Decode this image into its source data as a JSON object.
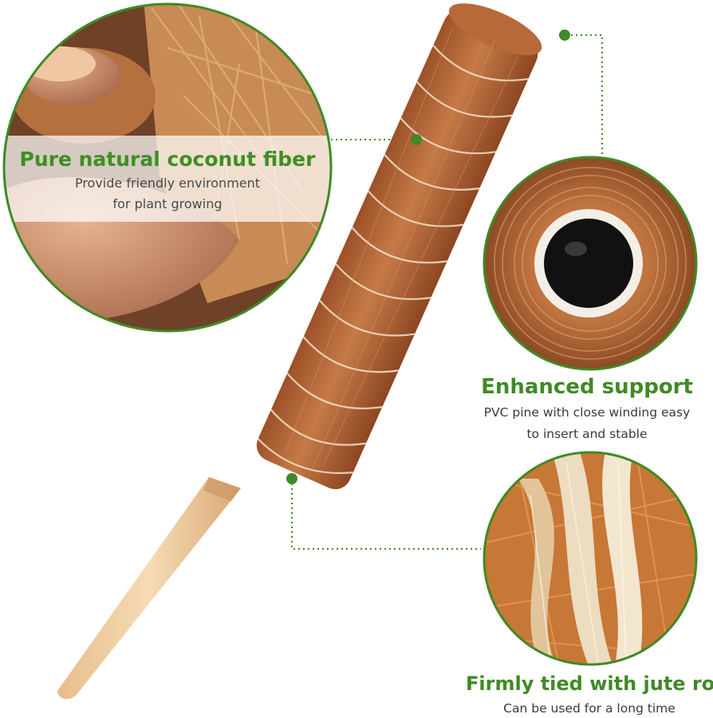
{
  "callouts": {
    "fiber": {
      "title": "Pure natural coconut fiber",
      "line1": "Provide friendly environment",
      "line2": "for plant growing"
    },
    "support": {
      "title": "Enhanced support",
      "line1": "PVC pine with close winding easy",
      "line2": "to insert and stable"
    },
    "jute": {
      "title": "Firmly tied with jute rop",
      "line1": "Can be used for a long time"
    }
  },
  "colors": {
    "accent_green": "#3f8a26",
    "coir_brown": "#b8693a",
    "wood_stake": "#f0cfa4",
    "jute_twine": "#efdcc0"
  },
  "icons": [
    "coir-pole-image",
    "coconut-fiber-circle-image",
    "pvc-pipe-circle-image",
    "jute-rope-circle-image"
  ]
}
